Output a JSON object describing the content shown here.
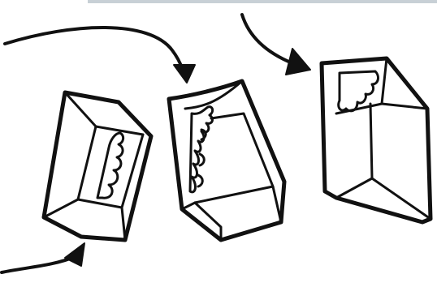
{
  "illustration": {
    "steps": [
      {
        "id": "step-1",
        "state": "open-box-with-wavy-piece"
      },
      {
        "id": "step-2",
        "state": "box-tilted-piece-inside"
      },
      {
        "id": "step-3",
        "state": "box-upright-piece-at-top"
      }
    ],
    "arrows": [
      {
        "id": "arrow-bottom-left"
      },
      {
        "id": "arrow-top-left"
      },
      {
        "id": "arrow-top-right"
      }
    ],
    "colors": {
      "ink": "#111111",
      "paper": "#ffffff",
      "top_strip": "#c8d0d6"
    }
  }
}
